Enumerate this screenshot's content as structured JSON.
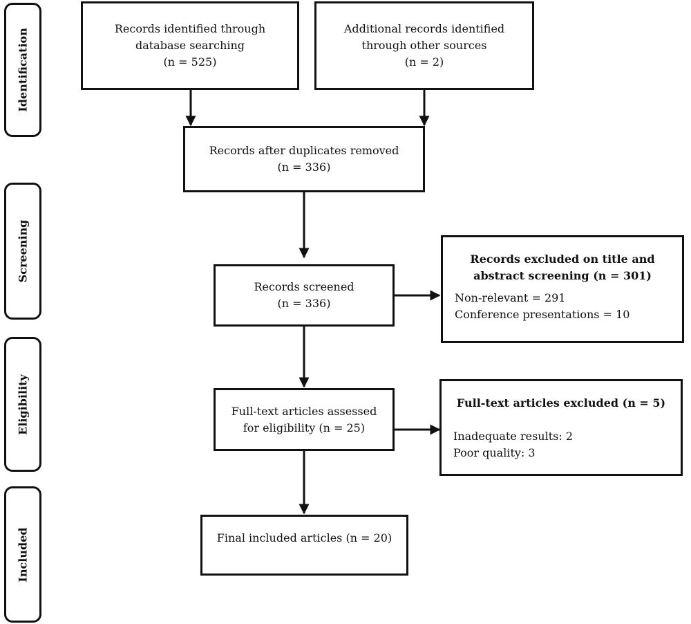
{
  "stages": {
    "identification": "Identification",
    "screening": "Screening",
    "eligibility": "Eligibility",
    "included": "Included"
  },
  "boxes": {
    "database": {
      "line1": "Records identified through",
      "line2": "database searching",
      "line3": "(n = 525)"
    },
    "other": {
      "line1": "Additional records identified",
      "line2": "through other sources",
      "line3": "(n = 2)"
    },
    "duplicates": {
      "line1": "Records after duplicates removed",
      "line2": "(n = 336)"
    },
    "screened": {
      "line1": "Records screened",
      "line2": "(n = 336)"
    },
    "excluded_title": {
      "heading1": "Records excluded on title and",
      "heading2": "abstract screening (n = 301)",
      "item1": "Non-relevant = 291",
      "item2": "Conference presentations = 10"
    },
    "fulltext": {
      "line1": "Full-text articles assessed",
      "line2": "for eligibility (n = 25)"
    },
    "fulltext_excluded": {
      "heading": "Full-text articles excluded (n = 5)",
      "item1": "Inadequate results: 2",
      "item2": "Poor quality: 3"
    },
    "final": {
      "line1": "Final included articles (n = 20)"
    }
  }
}
